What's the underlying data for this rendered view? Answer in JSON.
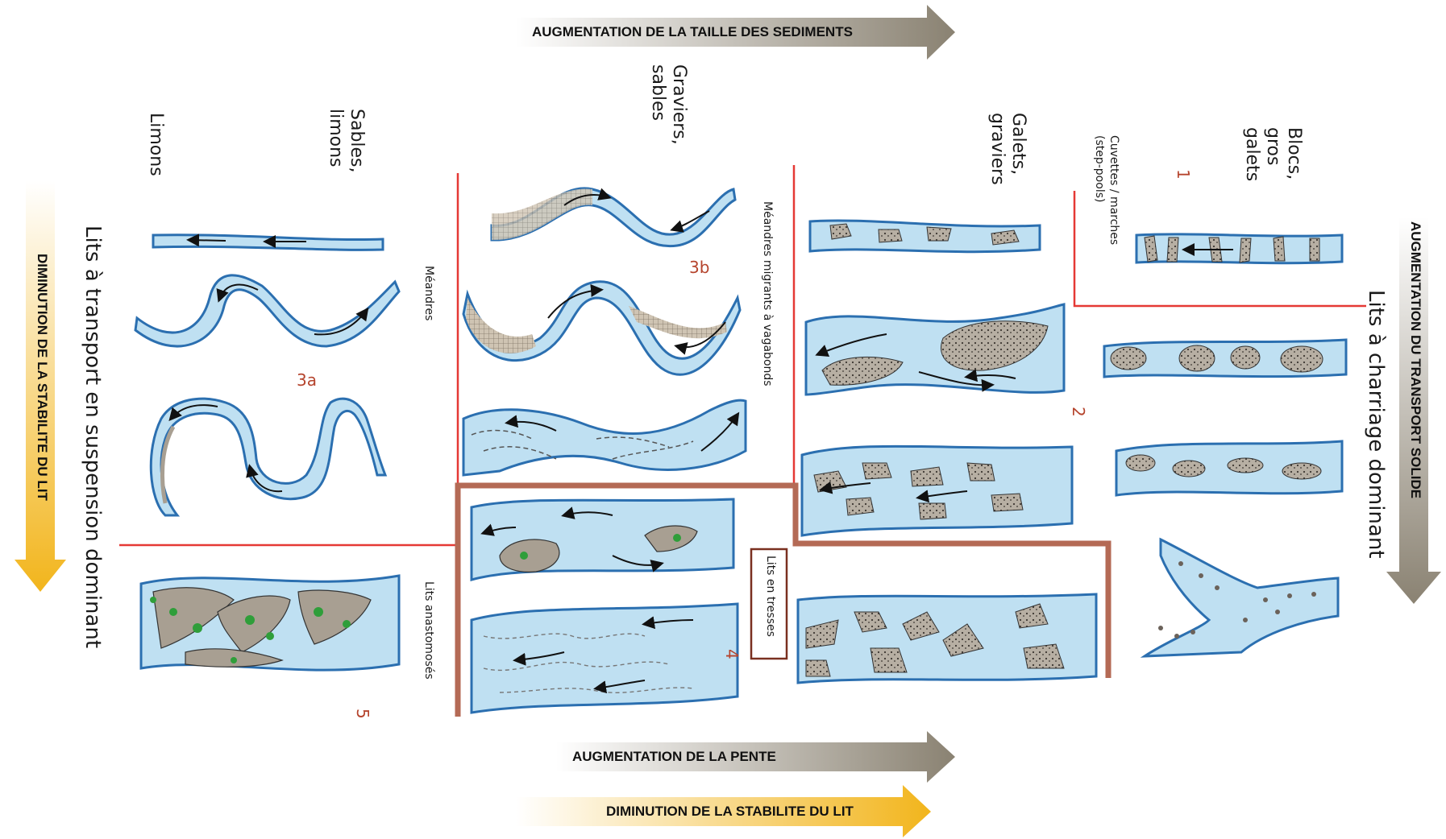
{
  "arrows": {
    "top": "AUGMENTATION DE LA TAILLE DES SEDIMENTS",
    "bottom_slope": "AUGMENTATION DE LA PENTE",
    "bottom_stability": "DIMINUTION DE LA STABILITE DU LIT",
    "left_stability": "DIMINUTION DE LA STABILITE DU LIT",
    "right_transport": "AUGMENTATION DU TRANSPORT SOLIDE"
  },
  "sediments": {
    "limons": "Limons",
    "sables_limons": "Sables,\nlimons",
    "graviers_sables": "Graviers,\nsables",
    "galets_graviers": "Galets,\ngraviers",
    "blocs": "Blocs,\ngros\ngalets"
  },
  "regimes": {
    "suspension": "Lits à transport en suspension dominant",
    "charriage": "Lits à charriage dominant"
  },
  "types": {
    "meandres": "Méandres",
    "meandres_migrants": "Méandres migrants à vagabonds",
    "anastomoses": "Lits anastomosés",
    "tresses": "Lits en tresses",
    "cuvettes": "Cuvettes / marches",
    "step_pools": "(step-pools)"
  },
  "numbers": {
    "n1": "1",
    "n2": "2",
    "n3a": "3a",
    "n3b": "3b",
    "n4": "4",
    "n5": "5"
  },
  "colors": {
    "water": "#bfe0f2",
    "bank": "#2b6fb0",
    "sediment": "#a89f92",
    "red_line": "#e53935",
    "brown_frame": "#b46a55",
    "arrow_gray": "#8a8272",
    "arrow_orange": "#f2b51c",
    "vegetation": "#2f9e3a"
  }
}
